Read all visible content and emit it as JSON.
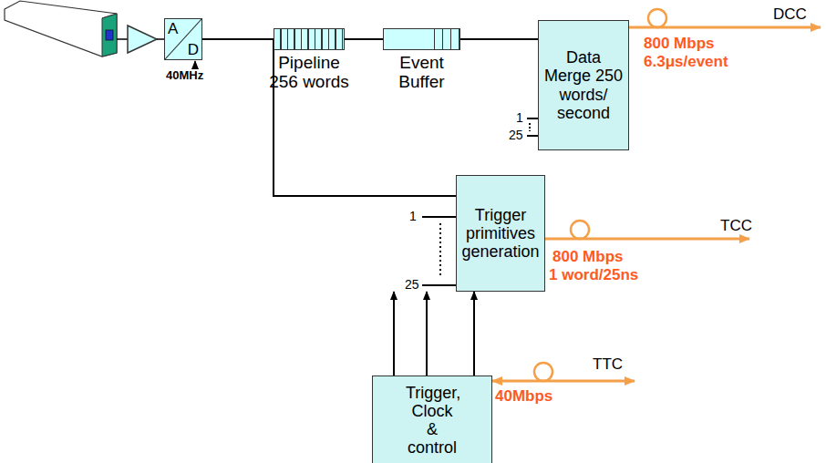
{
  "diagram": {
    "nodes": [
      {
        "text": [
          "A",
          "D"
        ]
      },
      {
        "text": [
          "Pipeline 256 words"
        ]
      },
      {
        "text": [
          "Event Buffer"
        ]
      },
      {
        "text": [
          "Data Merge 250 words/ second"
        ]
      },
      {
        "text": [
          "Trigger primitives generation"
        ]
      },
      {
        "text": [
          "Trigger, Clock & control"
        ]
      }
    ],
    "edges": [
      {
        "from": 0,
        "to": 1,
        "arrow": "none"
      },
      {
        "from": 1,
        "to": 2,
        "arrow": "none"
      },
      {
        "from": 2,
        "to": 3,
        "arrow": "none"
      },
      {
        "from": 0,
        "to": 4,
        "arrow": "none"
      },
      {
        "from": 5,
        "to": 4,
        "arrow": "to"
      },
      {
        "from": 5,
        "to": 4,
        "arrow": "to"
      },
      {
        "from": 5,
        "to": 4,
        "arrow": "to"
      }
    ],
    "labels": [
      "40MHz",
      "1",
      "25",
      "800 Mbps",
      "6.3μs/event",
      "DCC",
      "1",
      "25",
      "800 Mbps",
      "1 word/25ns",
      "TCC",
      "40Mbps",
      "TTC"
    ]
  }
}
